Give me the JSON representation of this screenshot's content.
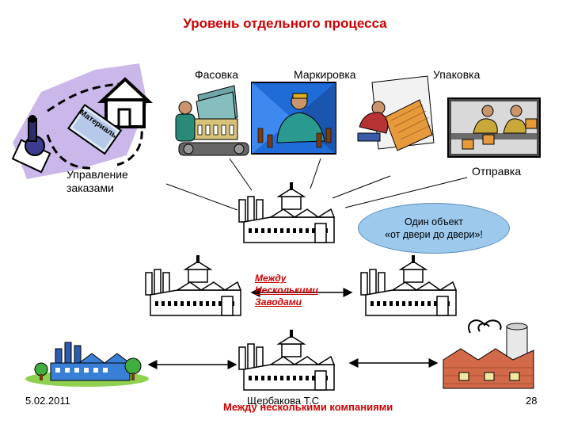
{
  "title": "Уровень отдельного процесса",
  "stages": {
    "packing": "Фасовка",
    "labeling": "Маркировка",
    "packaging": "Упаковка",
    "shipping": "Отправка",
    "order_management": "Управление\nзаказами"
  },
  "note": {
    "line1": "Один объект",
    "line2": "«от двери до двери»!"
  },
  "between_plants": {
    "line1": "Между",
    "line2": "Несколькими",
    "line3": "Заводами"
  },
  "between_companies": "Между несколькими компаниями",
  "paper_text": "Материалы",
  "footer": {
    "date": "5.02.2011",
    "author": "Щербакова Т.С",
    "page": "28"
  }
}
